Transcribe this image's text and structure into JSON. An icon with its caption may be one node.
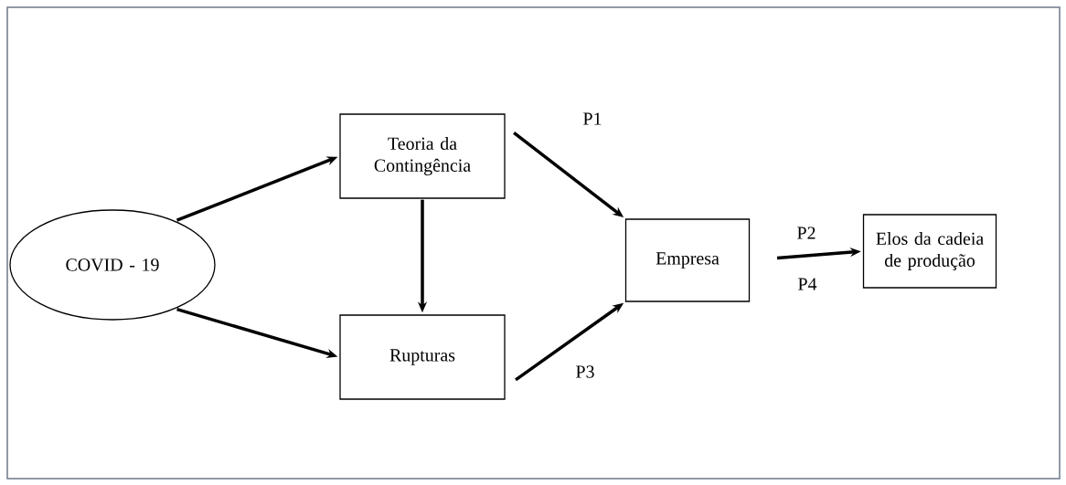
{
  "diagram": {
    "nodes": [
      {
        "text": [
          "COVID - 19"
        ]
      },
      {
        "text": [
          "Teoria da Contingência"
        ]
      },
      {
        "text": [
          "Rupturas"
        ]
      },
      {
        "text": [
          "Empresa"
        ]
      },
      {
        "text": [
          "Elos da cadeia de produção"
        ]
      }
    ],
    "edges": [
      {
        "from": 0,
        "to": 1,
        "arrow": "to"
      },
      {
        "from": 0,
        "to": 2,
        "arrow": "to"
      },
      {
        "from": 1,
        "to": 2,
        "arrow": "to"
      },
      {
        "from": 1,
        "to": 3,
        "arrow": "to",
        "label": "P1"
      },
      {
        "from": 2,
        "to": 3,
        "arrow": "to",
        "label": "P3"
      },
      {
        "from": 3,
        "to": 4,
        "arrow": "to",
        "label": "P2"
      }
    ],
    "labels": [
      "P4"
    ]
  }
}
